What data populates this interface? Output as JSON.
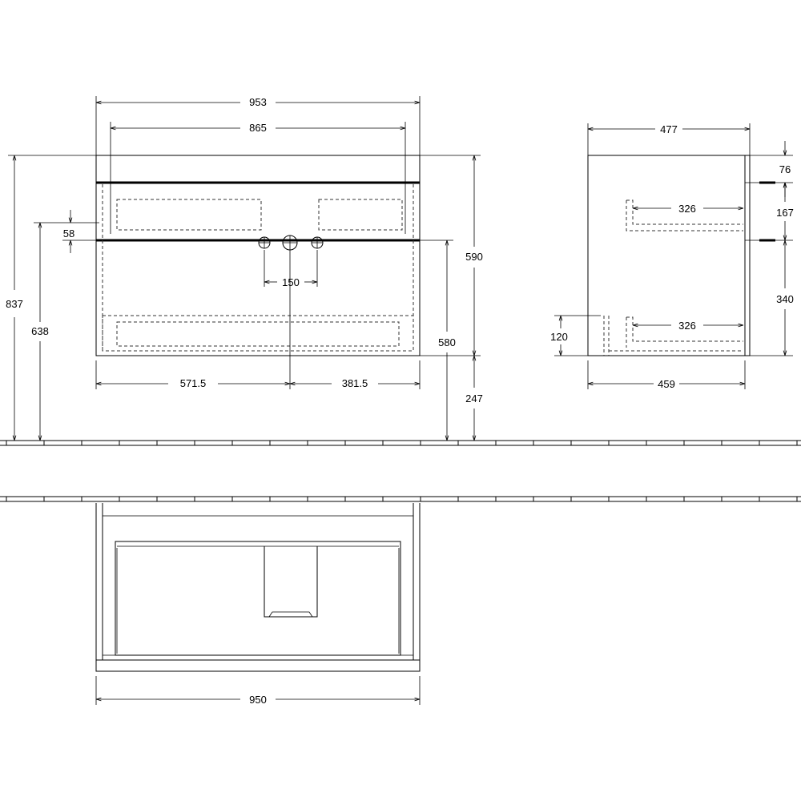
{
  "front_view": {
    "width_overall": "953",
    "width_inner": "865",
    "drawer_gap": "58",
    "tap_spacing": "150",
    "left_offset": "571.5",
    "right_offset": "381.5",
    "total_height": "837",
    "mid_height": "638",
    "body_height": "590",
    "floor_to_drawer": "580",
    "floor_clearance": "247"
  },
  "side_view": {
    "depth_overall": "477",
    "depth_base": "459",
    "top_offset": "76",
    "upper_gap": "167",
    "lower_gap": "340",
    "upper_drawer_depth": "326",
    "lower_drawer_depth": "326",
    "plinth_height": "120"
  },
  "top_view": {
    "width": "950"
  }
}
